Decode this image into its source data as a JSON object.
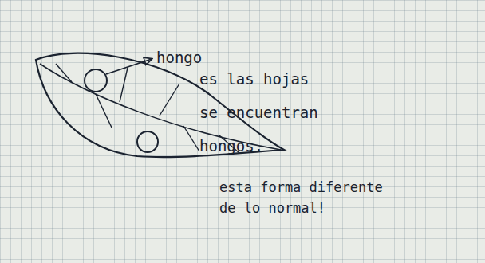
{
  "diagram": {
    "labels": [
      "hongo",
      "es las hojas se encuentran hongos.",
      "esta forma diferente de lo normal!"
    ]
  }
}
